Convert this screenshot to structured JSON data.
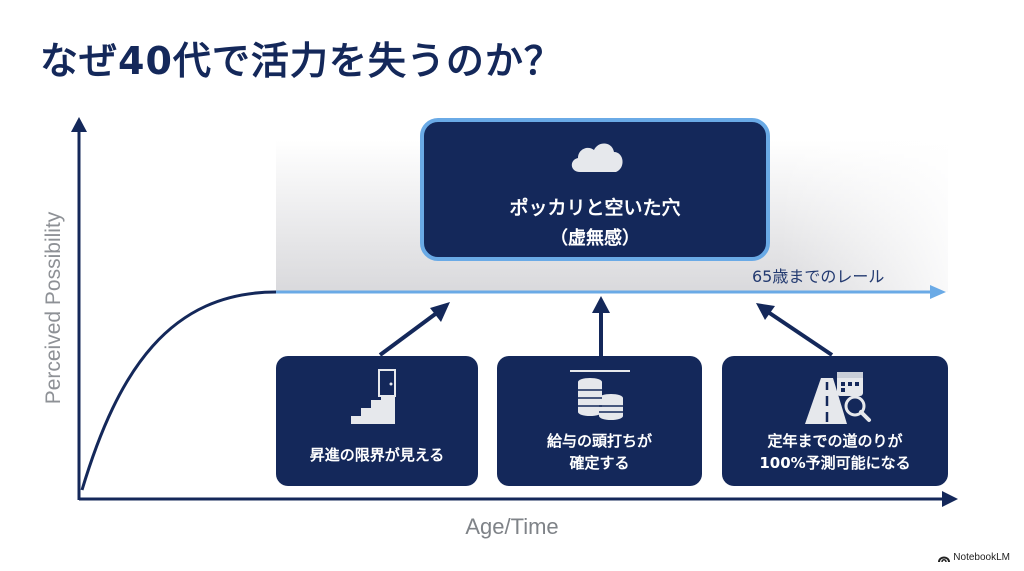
{
  "title": "なぜ40代で活力を失うのか？",
  "axes": {
    "y_label": "Perceived Possibility",
    "x_label": "Age/Time"
  },
  "center_box": {
    "line1": "ポッカリと空いた穴",
    "line2": "（虚無感）",
    "icon": "cloud-icon"
  },
  "rail_label": "65歳までのレール",
  "cards": [
    {
      "lines": [
        "昇進の限界が見える"
      ],
      "icon": "stairs-door-icon"
    },
    {
      "lines": [
        "給与の頭打ちが",
        "確定する"
      ],
      "icon": "coin-stack-icon"
    },
    {
      "lines": [
        "定年までの道のりが",
        "100%予測可能になる"
      ],
      "icon": "road-calendar-icon"
    }
  ],
  "branding": "NotebookLM",
  "colors": {
    "navy": "#14285a",
    "accent_blue": "#6aaae6",
    "plateau_shade": "#dcdcdf"
  }
}
